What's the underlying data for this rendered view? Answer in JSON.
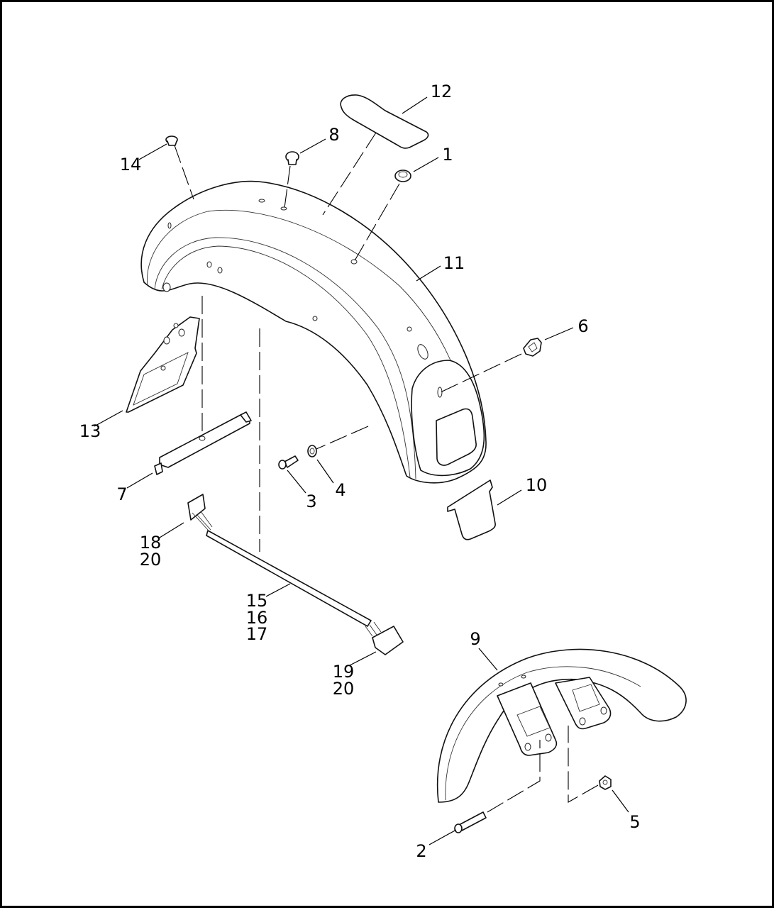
{
  "diagram": {
    "callouts": {
      "c1": "1",
      "c2": "2",
      "c3": "3",
      "c4": "4",
      "c5": "5",
      "c6": "6",
      "c7": "7",
      "c8": "8",
      "c9": "9",
      "c10": "10",
      "c11": "11",
      "c12": "12",
      "c13": "13",
      "c14": "14",
      "c18": "18",
      "c20a": "20",
      "c15": "15",
      "c16": "16",
      "c17": "17",
      "c19": "19",
      "c20b": "20"
    }
  }
}
